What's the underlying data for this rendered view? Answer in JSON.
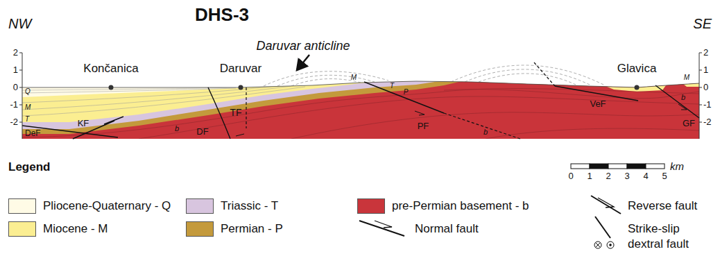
{
  "diagram": {
    "title": "DHS-3",
    "labels": [
      "NW",
      "SE",
      "Daruvar anticline",
      "Končanica",
      "Daruvar",
      "Glavica",
      "Q",
      "M",
      "T",
      "M",
      "T",
      "P",
      "M",
      "b",
      "b",
      "b",
      "DeF",
      "KF",
      "DF",
      "TF",
      "PF",
      "VeF",
      "GF",
      "2",
      "1",
      "0",
      "-1",
      "-2",
      "2",
      "1",
      "0",
      "-1",
      "-2",
      "Legend",
      "0",
      "1",
      "2",
      "3",
      "4",
      "5",
      "km"
    ],
    "legend": [
      {
        "text": "Pliocene-Quaternary - Q",
        "color": "#fffbe6"
      },
      {
        "text": "Miocene - M",
        "color": "#fbee92"
      },
      {
        "text": "Triassic - T",
        "color": "#d8c5df"
      },
      {
        "text": "Permian - P",
        "color": "#c49a3c"
      },
      {
        "text": "pre-Permian basement - b",
        "color": "#c9353b"
      },
      {
        "text": "Normal fault"
      },
      {
        "text": "Reverse fault"
      },
      {
        "text": "Strike-slip dextral fault"
      }
    ]
  }
}
